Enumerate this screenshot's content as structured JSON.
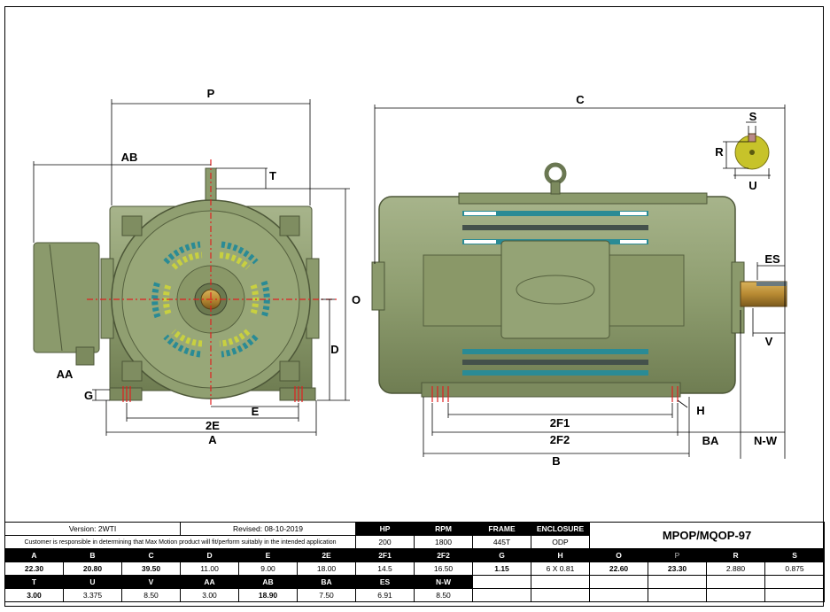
{
  "labels": {
    "P": "P",
    "AB": "AB",
    "T": "T",
    "O": "O",
    "AA": "AA",
    "G": "G",
    "D": "D",
    "E": "E",
    "E2": "2E",
    "A": "A",
    "C": "C",
    "S": "S",
    "R": "R",
    "U": "U",
    "ES": "ES",
    "V": "V",
    "H": "H",
    "F1": "2F1",
    "F2": "2F2",
    "BA": "BA",
    "NW": "N-W",
    "B": "B"
  },
  "info": {
    "version": "Version: 2WTI",
    "revised": "Revised: 08-10-2019",
    "note": "Customer is responsible in determining that Max Motion product will fit/perform suitably in the intended application",
    "model": "MPOP/MQOP-97"
  },
  "specs": {
    "headers": [
      "HP",
      "RPM",
      "FRAME",
      "ENCLOSURE"
    ],
    "values": [
      "200",
      "1800",
      "445T",
      "ODP"
    ]
  },
  "dims_row1": {
    "headers": [
      "A",
      "B",
      "C",
      "D",
      "E",
      "2E",
      "2F1",
      "2F2",
      "G",
      "H",
      "O",
      "P",
      "R",
      "S"
    ],
    "values": [
      "22.30",
      "20.80",
      "39.50",
      "11.00",
      "9.00",
      "18.00",
      "14.5",
      "16.50",
      "1.15",
      "6 X 0.81",
      "22.60",
      "23.30",
      "2.880",
      "0.875"
    ]
  },
  "dims_row2": {
    "headers": [
      "T",
      "U",
      "V",
      "AA",
      "AB",
      "BA",
      "ES",
      "N-W"
    ],
    "values": [
      "3.00",
      "3.375",
      "8.50",
      "3.00",
      "18.90",
      "7.50",
      "6.91",
      "8.50"
    ]
  }
}
